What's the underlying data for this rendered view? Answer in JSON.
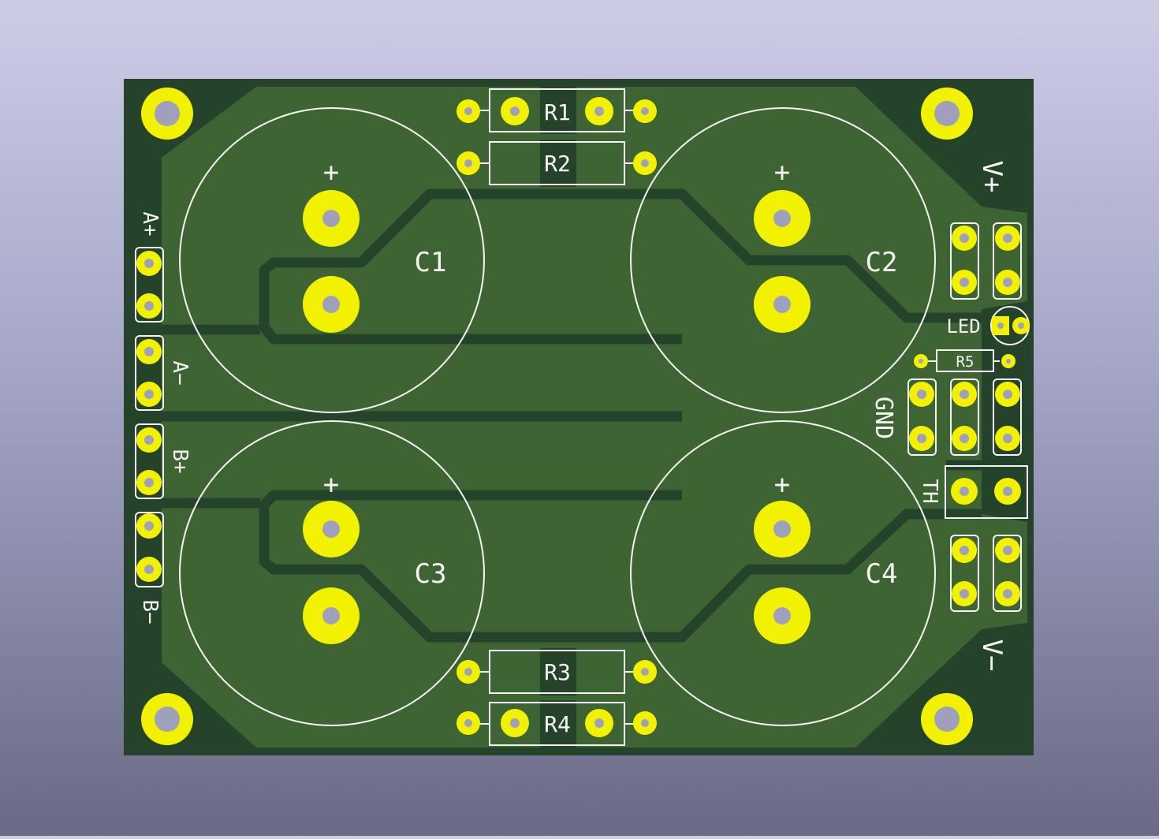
{
  "colors": {
    "board": "#25432b",
    "copper": "#3f6433",
    "pad": "#f2f200",
    "hole": "#9fa0bc",
    "silk": "#f4f4f4"
  },
  "board": {
    "capacitors": [
      {
        "ref": "C1",
        "polarity": "+"
      },
      {
        "ref": "C2",
        "polarity": "+"
      },
      {
        "ref": "C3",
        "polarity": "+"
      },
      {
        "ref": "C4",
        "polarity": "+"
      }
    ],
    "resistors": [
      "R1",
      "R2",
      "R3",
      "R4",
      "R5"
    ],
    "led_label": "LED",
    "left_labels": {
      "a_plus": "A+",
      "a_minus": "A−",
      "b_plus": "B+",
      "b_minus": "B−"
    },
    "right_labels": {
      "v_plus": "V+",
      "v_minus": "V−",
      "gnd": "GND",
      "th": "TH"
    }
  }
}
